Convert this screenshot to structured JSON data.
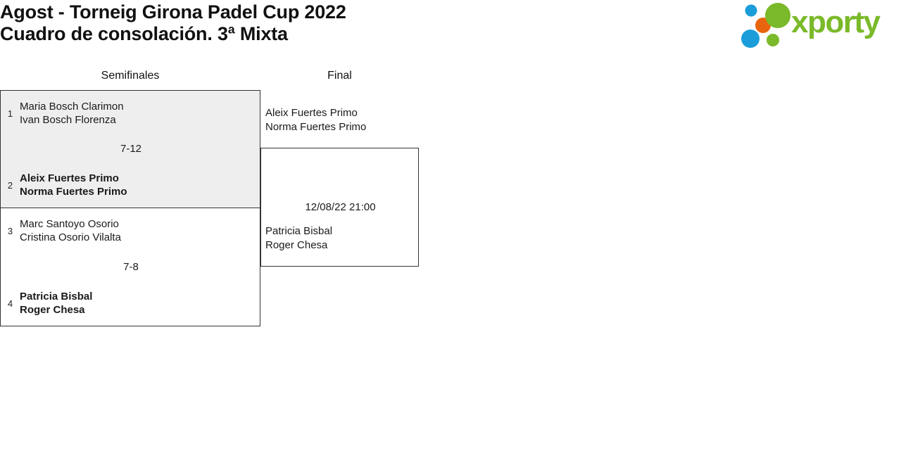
{
  "header": {
    "title_line1": "Agost - Torneig Girona Padel Cup 2022",
    "title_line2": "Cuadro de consolación. 3ª Mixta",
    "logo": {
      "wordmark": "xporty",
      "green": "#7AB929",
      "blue": "#1B9DD9",
      "orange": "#E8650D"
    }
  },
  "bracket": {
    "rounds": [
      {
        "label": "Semifinales"
      },
      {
        "label": "Final"
      }
    ],
    "semifinals": [
      {
        "shaded": true,
        "score": "7-12",
        "teams": [
          {
            "seed": "1",
            "player1": "Maria Bosch Clarimon",
            "player2": "Ivan Bosch Florenza",
            "winner": false
          },
          {
            "seed": "2",
            "player1": "Aleix Fuertes Primo",
            "player2": "Norma Fuertes Primo",
            "winner": true
          }
        ]
      },
      {
        "shaded": false,
        "score": "7-8",
        "teams": [
          {
            "seed": "3",
            "player1": "Marc Santoyo Osorio",
            "player2": "Cristina Osorio Vilalta",
            "winner": false
          },
          {
            "seed": "4",
            "player1": "Patricia Bisbal",
            "player2": "Roger Chesa",
            "winner": true
          }
        ]
      }
    ],
    "final": {
      "datetime": "12/08/22 21:00",
      "teams": [
        {
          "player1": "Aleix Fuertes Primo",
          "player2": "Norma Fuertes Primo",
          "winner": false
        },
        {
          "player1": "Patricia Bisbal",
          "player2": "Roger Chesa",
          "winner": false
        }
      ]
    }
  }
}
